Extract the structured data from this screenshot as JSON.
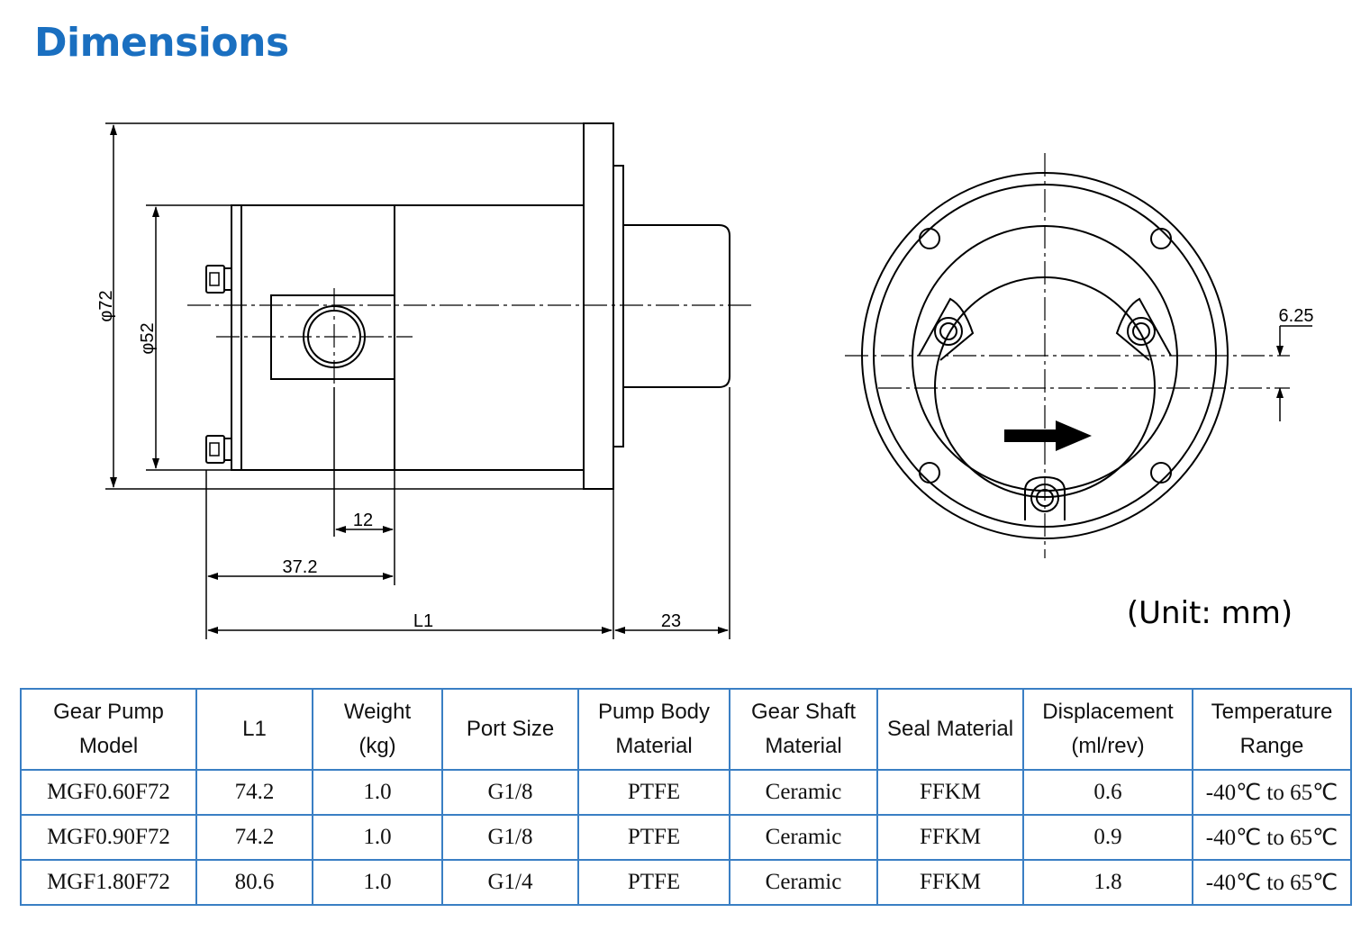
{
  "title": "Dimensions",
  "accent_color": "#1a6fc0",
  "table_border_color": "#3a7fc4",
  "drawing": {
    "dims": {
      "d72": "φ72",
      "d52": "φ52",
      "w12": "12",
      "w37": "37.2",
      "l1": "L1",
      "w23": "23",
      "w625": "6.25"
    },
    "unit_note": "(Unit: mm)"
  },
  "table": {
    "headers": [
      [
        "Gear Pump",
        "Model"
      ],
      [
        "L1"
      ],
      [
        "Weight",
        "(kg)"
      ],
      [
        "Port Size"
      ],
      [
        "Pump Body",
        "Material"
      ],
      [
        "Gear Shaft",
        "Material"
      ],
      [
        "Seal Material"
      ],
      [
        "Displacement",
        "(ml/rev)"
      ],
      [
        "Temperature",
        "Range"
      ]
    ],
    "rows": [
      [
        "MGF0.60F72",
        "74.2",
        "1.0",
        "G1/8",
        "PTFE",
        "Ceramic",
        "FFKM",
        "0.6",
        "-40℃ to 65℃"
      ],
      [
        "MGF0.90F72",
        "74.2",
        "1.0",
        "G1/8",
        "PTFE",
        "Ceramic",
        "FFKM",
        "0.9",
        "-40℃ to 65℃"
      ],
      [
        "MGF1.80F72",
        "80.6",
        "1.0",
        "G1/4",
        "PTFE",
        "Ceramic",
        "FFKM",
        "1.8",
        "-40℃ to 65℃"
      ]
    ]
  }
}
